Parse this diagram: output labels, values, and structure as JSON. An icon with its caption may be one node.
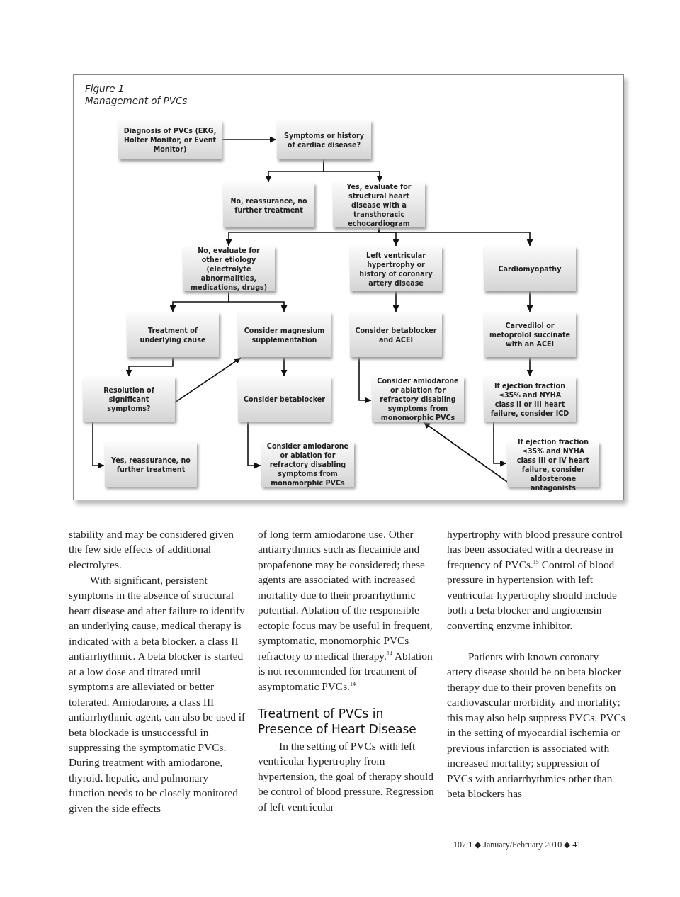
{
  "diagram": {
    "title": "Figure 1",
    "caption": "Management of PVCs",
    "nodes": [
      {
        "text": [
          "Diagnosis of PVCs (EKG, Holter Monitor, or Event Monitor)"
        ]
      },
      {
        "text": [
          "Symptoms or history of cardiac disease?"
        ]
      },
      {
        "text": [
          "No, reassurance, no further treatment"
        ]
      },
      {
        "text": [
          "Yes, evaluate for structural heart disease with a transthoracic echocardiogram"
        ]
      },
      {
        "text": [
          "No, evaluate for other etiology (electrolyte abnormalities, medications, drugs)"
        ]
      },
      {
        "text": [
          "Left ventricular hypertrophy or history of coronary artery disease"
        ]
      },
      {
        "text": [
          "Cardiomyopathy"
        ]
      },
      {
        "text": [
          "Treatment of underlying cause"
        ]
      },
      {
        "text": [
          "Consider magnesium supplementation"
        ]
      },
      {
        "text": [
          "Consider betablocker and ACEI"
        ]
      },
      {
        "text": [
          "Carvedilol or metoprolol succinate with an ACEI"
        ]
      },
      {
        "text": [
          "Resolution of significant symptoms?"
        ]
      },
      {
        "text": [
          "Consider betablocker"
        ]
      },
      {
        "text": [
          "Consider amiodarone or ablation for refractory disabling symptoms from monomorphic PVCs"
        ]
      },
      {
        "text": [
          "If ejection fraction ≤35% and NYHA class II or III heart failure, consider ICD"
        ]
      },
      {
        "text": [
          "Yes, reassurance, no further treatment"
        ]
      },
      {
        "text": [
          "Consider amiodarone or ablation for refractory disabling symptoms from monomorphic PVCs"
        ]
      },
      {
        "text": [
          "If ejection fraction ≤35% and NYHA class III or IV heart failure, consider aldosterone antagonists"
        ]
      }
    ],
    "edges": [
      {
        "from": 0,
        "to": 1,
        "arrow": "to"
      },
      {
        "from": 1,
        "to": 2,
        "arrow": "to"
      },
      {
        "from": 1,
        "to": 3,
        "arrow": "to"
      },
      {
        "from": 3,
        "to": 4,
        "arrow": "to"
      },
      {
        "from": 3,
        "to": 5,
        "arrow": "to"
      },
      {
        "from": 3,
        "to": 6,
        "arrow": "to"
      },
      {
        "from": 4,
        "to": 7,
        "arrow": "to"
      },
      {
        "from": 4,
        "to": 8,
        "arrow": "to"
      },
      {
        "from": 5,
        "to": 9,
        "arrow": "to"
      },
      {
        "from": 6,
        "to": 10,
        "arrow": "to"
      },
      {
        "from": 7,
        "to": 11,
        "arrow": "to"
      },
      {
        "from": 11,
        "to": 8,
        "arrow": "to"
      },
      {
        "from": 8,
        "to": 12,
        "arrow": "to"
      },
      {
        "from": 9,
        "to": 13,
        "arrow": "to"
      },
      {
        "from": 10,
        "to": 14,
        "arrow": "to"
      },
      {
        "from": 11,
        "to": 15,
        "arrow": "to"
      },
      {
        "from": 12,
        "to": 16,
        "arrow": "to"
      },
      {
        "from": 14,
        "to": 17,
        "arrow": "to"
      },
      {
        "from": 17,
        "to": 13,
        "arrow": "to"
      }
    ],
    "labels": [
      "stability and may be considered given the few side effects of additional electrolytes.",
      "With significant, persistent symptoms in the absence of structural heart disease and after failure to identify an underlying cause, medical therapy is indicated with a beta blocker, a class II antiarrhythmic. A beta blocker is started at a low dose and titrated until symptoms are alleviated or better tolerated. Amiodarone, a class III antiarrhythmic agent, can also be used if beta blockade is unsuccessful in suppressing the symptomatic PVCs.  During treatment with amiodarone, thyroid, hepatic, and pulmonary function needs to be closely monitored given the side effects",
      "of long term amiodarone use.  Other antiarrythmics such as flecainide and propafenone may be considered; these agents are associated with increased mortality due to their proarrhythmic potential.   Ablation of the responsible ectopic focus may be useful in frequent, symptomatic, monomorphic PVCs refractory to medical therapy.$^{14}$ Ablation is not recommended for treatment of asymptomatic PVCs.$^{14}$",
      "Treatment of PVCs in Presence of Heart Disease",
      "In the setting of PVCs with left ventricular hypertrophy from hypertension, the goal of therapy should be control of blood pressure. Regression of left ventricular",
      "hypertrophy with blood pressure control has been associated with a decrease in frequency of PVCs.$^{15}$ Control of blood pressure in hypertension with left ventricular hypertrophy should include both a beta blocker and angiotensin converting enzyme inhibitor.",
      "Patients with known coronary artery disease should be on beta blocker therapy due to their proven benefits on cardiovascular morbidity and mortality; this may also help suppress PVCs.  PVCs in the setting of myocardial ischemia or previous infarction is associated with increased mortality; suppression of PVCs with antiarrhythmics other than beta blockers has",
      "107:1 ◆ January/February 2010 ◆ 41"
    ]
  }
}
